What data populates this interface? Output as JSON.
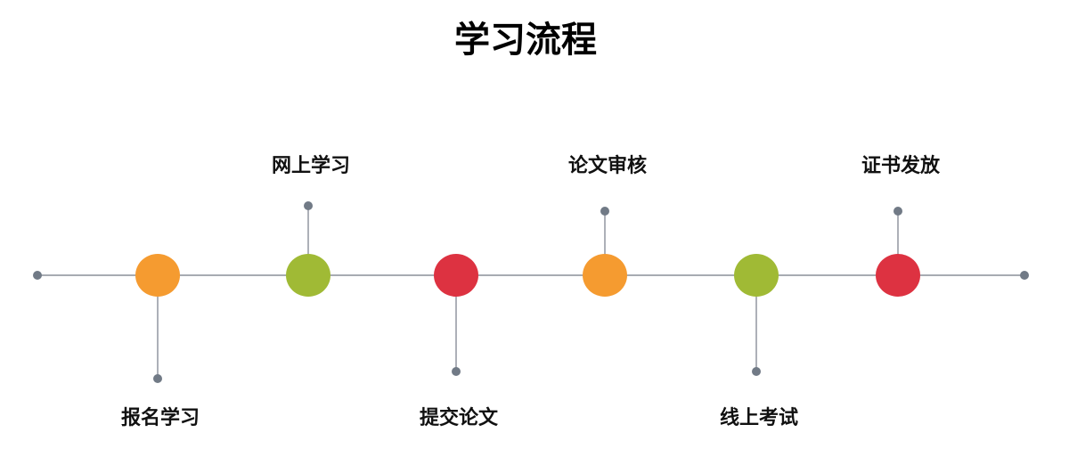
{
  "title": "学习流程",
  "colors": {
    "line": "#8a8f99",
    "endpoint": "#717a86",
    "orange": "#f59b30",
    "green": "#a0ba35",
    "red": "#dd3241"
  },
  "steps": [
    {
      "label": "报名学习",
      "position": "below",
      "color": "#f59b30"
    },
    {
      "label": "网上学习",
      "position": "above",
      "color": "#a0ba35"
    },
    {
      "label": "提交论文",
      "position": "below",
      "color": "#dd3241"
    },
    {
      "label": "论文审核",
      "position": "above",
      "color": "#f59b30"
    },
    {
      "label": "线上考试",
      "position": "below",
      "color": "#a0ba35"
    },
    {
      "label": "证书发放",
      "position": "above",
      "color": "#dd3241"
    }
  ]
}
